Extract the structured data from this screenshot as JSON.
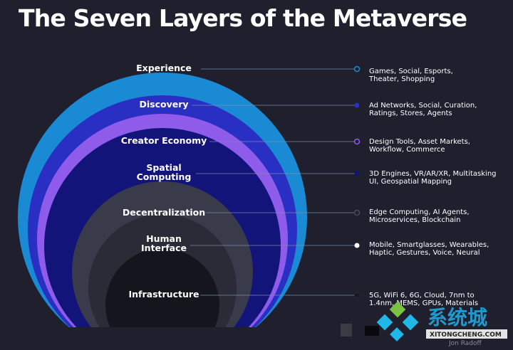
{
  "title": "The Seven Layers of the Metaverse",
  "layers": [
    {
      "name": "Experience",
      "desc_line1": "Games, Social, Esports,",
      "desc_line2": "Theater, Shopping",
      "color": "#1a8ad4"
    },
    {
      "name": "Discovery",
      "desc_line1": "Ad Networks, Social, Curation,",
      "desc_line2": "Ratings, Stores, Agents",
      "color": "#2a2fc4"
    },
    {
      "name": "Creator Economy",
      "desc_line1": "Design Tools, Asset Markets,",
      "desc_line2": "Workflow, Commerce",
      "color": "#8e5bea"
    },
    {
      "name_line1": "Spatial",
      "name_line2": "Computing",
      "desc_line1": "3D Engines, VR/AR/XR, Multitasking",
      "desc_line2": "UI, Geospatial Mapping",
      "color": "#12147a"
    },
    {
      "name": "Decentralization",
      "desc_line1": "Edge Computing, AI Agents,",
      "desc_line2": "Microservices, Blockchain",
      "color": "#3a3b4a"
    },
    {
      "name_line1": "Human",
      "name_line2": "Interface",
      "desc_line1": "Mobile, Smartglasses, Wearables,",
      "desc_line2": "Haptic, Gestures, Voice, Neural",
      "color": "#2a2b36"
    },
    {
      "name": "Infrastructure",
      "desc_line1": "5G, WiFi 6, 6G, Cloud, 7nm to",
      "desc_line2": "1.4nm, MEMS, GPUs, Materials",
      "color": "#15151d"
    }
  ],
  "watermark": {
    "chinese": "系统城",
    "site": "XITONGCHENG.COM",
    "credit": "Jon Radoff"
  }
}
